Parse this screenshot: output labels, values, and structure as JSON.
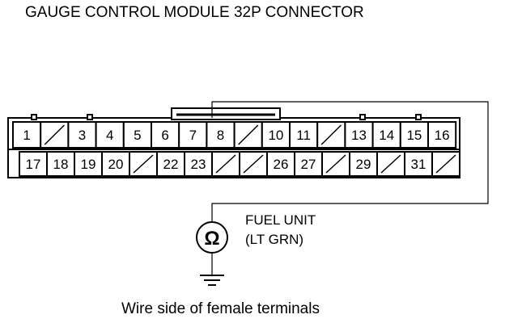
{
  "title": "GAUGE CONTROL MODULE 32P CONNECTOR",
  "connector": {
    "top_row": [
      "1",
      "",
      "3",
      "4",
      "5",
      "6",
      "7",
      "8",
      "",
      "10",
      "11",
      "",
      "13",
      "14",
      "15",
      "16"
    ],
    "bottom_row": [
      "17",
      "18",
      "19",
      "20",
      "",
      "22",
      "23",
      "",
      "",
      "26",
      "27",
      "",
      "29",
      "",
      "31",
      ""
    ],
    "highlighted_terminal": "8"
  },
  "component": {
    "name": "FUEL UNIT",
    "wire_color": "(LT GRN)",
    "symbol": "Ω",
    "symbol_icon": "ohmmeter-icon",
    "ground_icon": "ground-icon"
  },
  "caption": "Wire side of female terminals"
}
